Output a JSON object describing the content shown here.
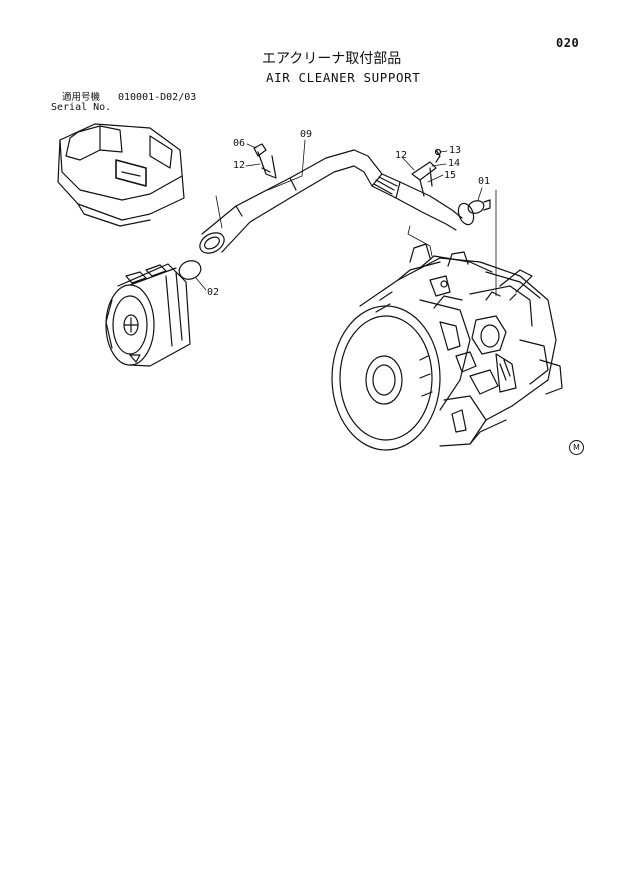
{
  "header": {
    "page_number": "020",
    "title_jp": "エアクリーナ取付部品",
    "title_en": "AIR CLEANER SUPPORT",
    "serial_label_jp": "適用号機",
    "serial_value": "010001-D02/03",
    "serial_label_en": "Serial No."
  },
  "callouts": {
    "c06": "06",
    "c12a": "12",
    "c09": "09",
    "c12b": "12",
    "c13": "13",
    "c14": "14",
    "c15": "15",
    "c01": "01",
    "c02": "02"
  },
  "marker": "M"
}
